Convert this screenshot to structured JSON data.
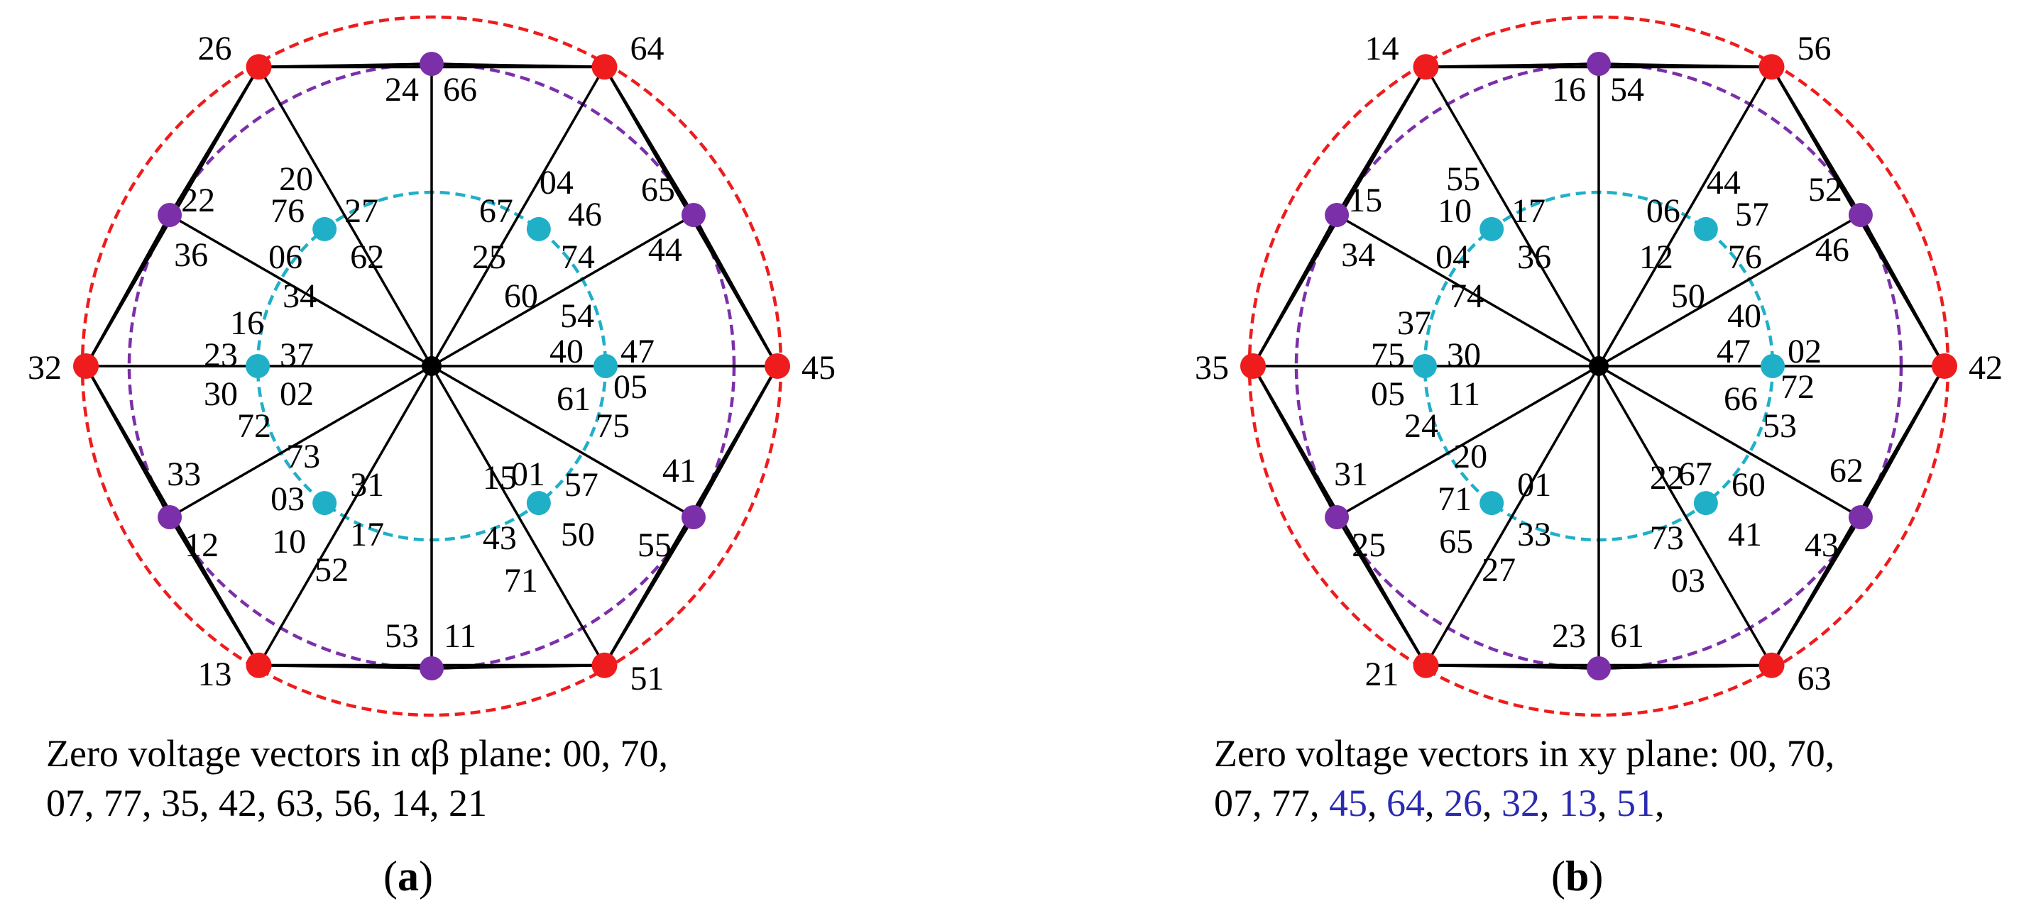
{
  "colors": {
    "outer_vector": "#ee1c1c",
    "middle_vector": "#7b2fa8",
    "inner_vector": "#1fb0c8",
    "center": "#000000",
    "caption_highlight": "#2b2bb0"
  },
  "panels": [
    {
      "id": "a",
      "sub_label": "a",
      "outer_nodes": [
        "45",
        "64",
        "26",
        "32",
        "13",
        "51"
      ],
      "middle_nodes": [
        [
          "65",
          "44"
        ],
        [
          "24",
          "66"
        ],
        [
          "22",
          "36"
        ],
        [
          "12",
          "33"
        ],
        [
          "53",
          "11"
        ],
        [
          "41",
          "55"
        ]
      ],
      "inner_nodes": [
        [
          "54",
          "40",
          "47",
          "61",
          "05",
          "75"
        ],
        [
          "67",
          "04",
          "46",
          "25",
          "74",
          "60"
        ],
        [
          "20",
          "76",
          "27",
          "06",
          "62",
          "34"
        ],
        [
          "16",
          "23",
          "37",
          "30",
          "02",
          "72"
        ],
        [
          "73",
          "03",
          "31",
          "10",
          "17",
          "52"
        ],
        [
          "15",
          "01",
          "57",
          "43",
          "50",
          "71"
        ]
      ],
      "caption_line1": "Zero voltage vectors in αβ plane: 00, 70,",
      "caption_line2_plain": "07, 77, 35, 42, 63, 56, 14, 21",
      "caption_line2_blue": []
    },
    {
      "id": "b",
      "sub_label": "b",
      "outer_nodes": [
        "42",
        "56",
        "14",
        "35",
        "21",
        "63"
      ],
      "middle_nodes": [
        [
          "52",
          "46"
        ],
        [
          "16",
          "54"
        ],
        [
          "15",
          "34"
        ],
        [
          "25",
          "31"
        ],
        [
          "23",
          "61"
        ],
        [
          "62",
          "43"
        ]
      ],
      "inner_nodes": [
        [
          "40",
          "47",
          "02",
          "66",
          "72",
          "53"
        ],
        [
          "06",
          "44",
          "57",
          "12",
          "76",
          "50"
        ],
        [
          "55",
          "10",
          "17",
          "04",
          "36",
          "74"
        ],
        [
          "37",
          "75",
          "30",
          "05",
          "11",
          "24"
        ],
        [
          "20",
          "71",
          "01",
          "65",
          "33",
          "27"
        ],
        [
          "22",
          "67",
          "60",
          "73",
          "41",
          "03"
        ]
      ],
      "caption_line1": "Zero voltage vectors in xy plane: 00, 70,",
      "caption_line2_plain": "07, 77,",
      "caption_line2_blue": [
        "45",
        "64",
        "26",
        "32",
        "13",
        "51"
      ],
      "caption_line2_trailing": ","
    }
  ]
}
